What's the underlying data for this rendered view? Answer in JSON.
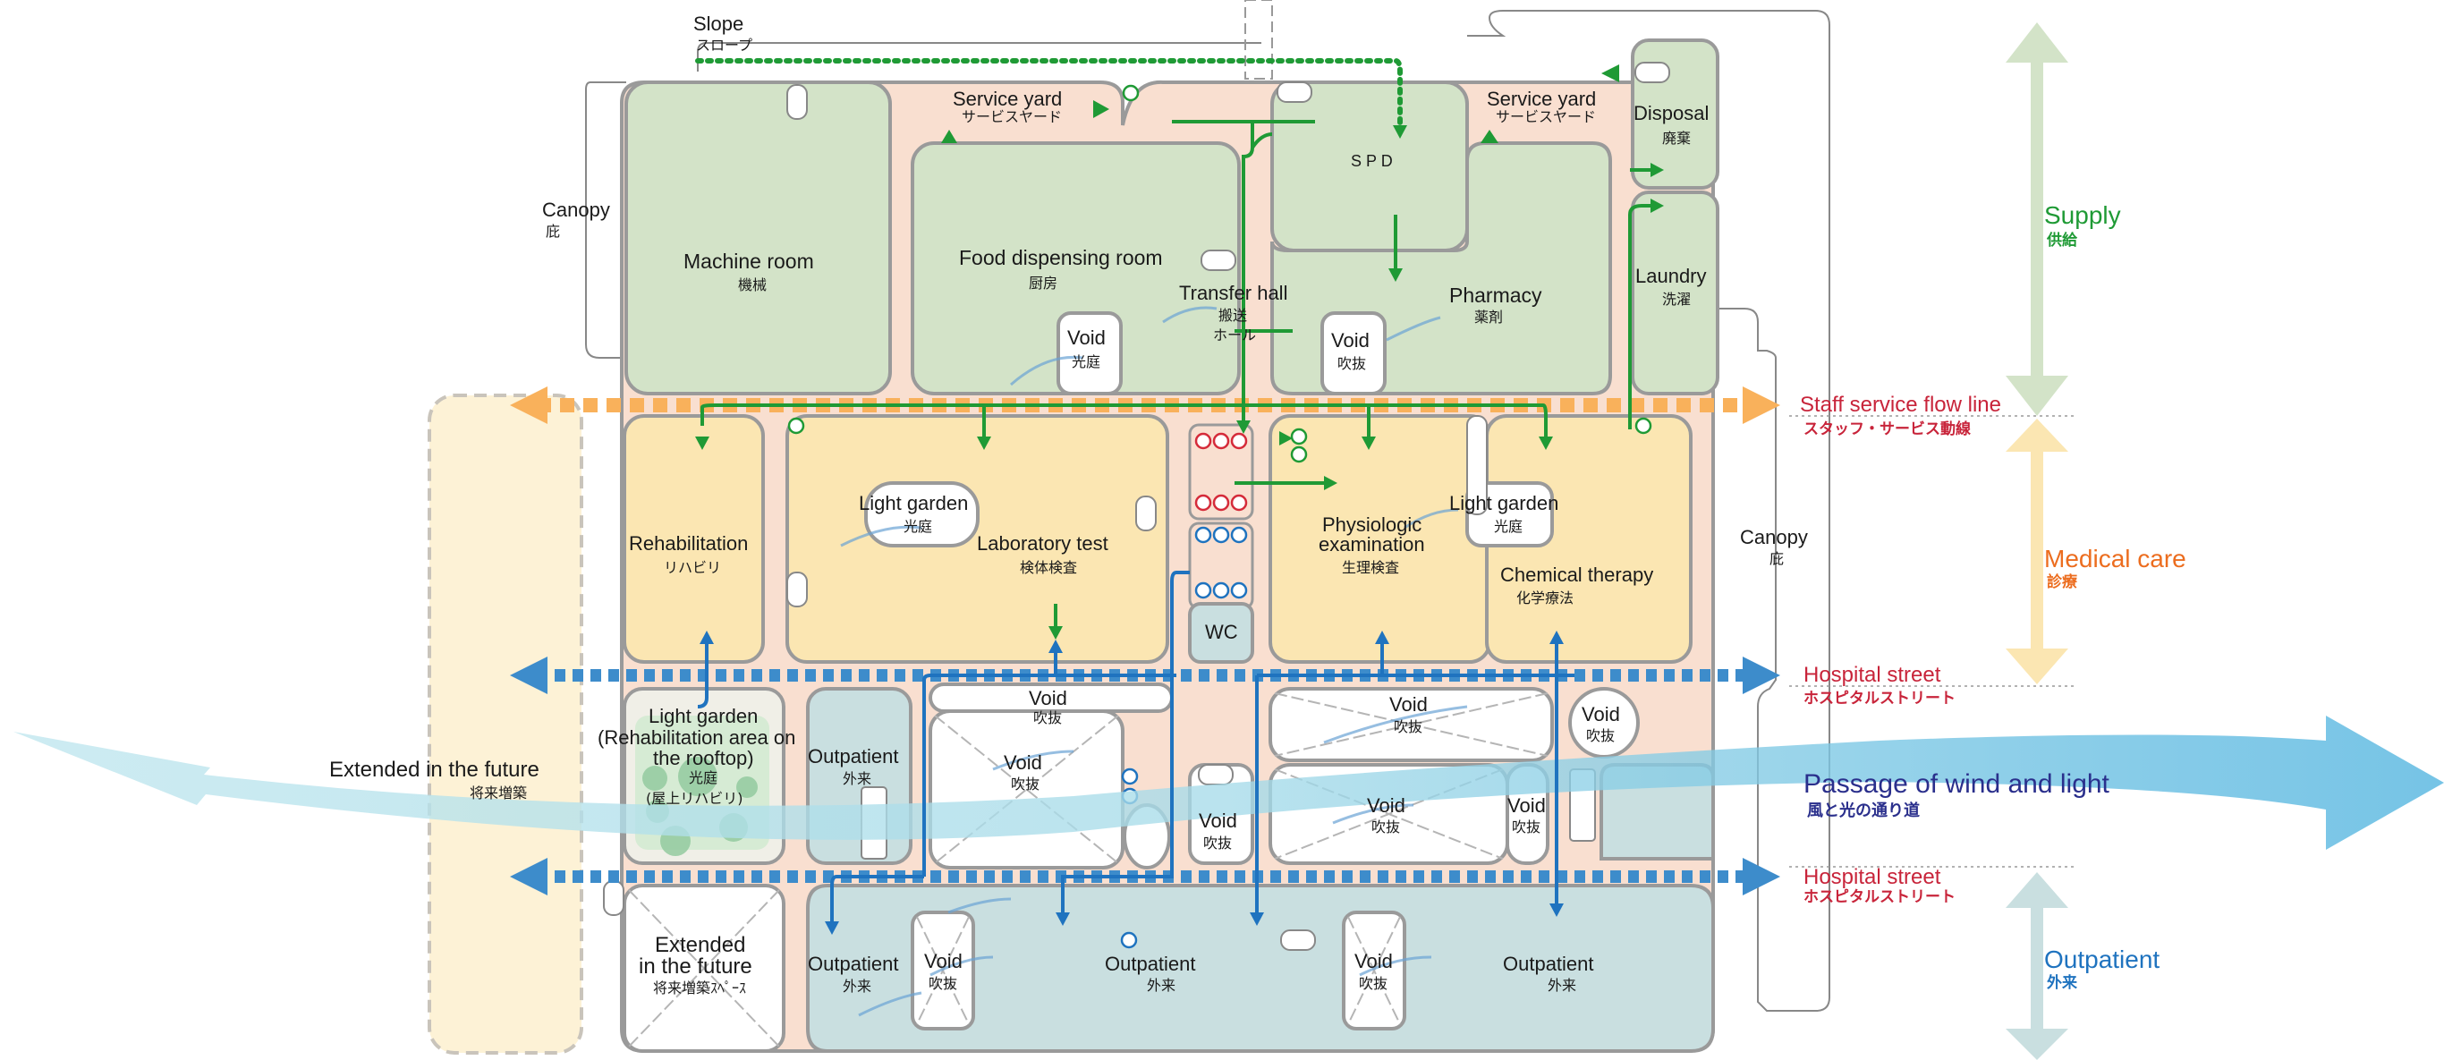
{
  "labels": {
    "slope": "Slope",
    "slope_jp": "スロープ",
    "canopy_left": "Canopy",
    "canopy_left_jp": "庇",
    "canopy_right": "Canopy",
    "canopy_right_jp": "庇",
    "service_yard_1": "Service yard",
    "service_yard_1_jp": "サービスヤード",
    "service_yard_2": "Service yard",
    "service_yard_2_jp": "サービスヤード",
    "spd": "S P D",
    "disposal": "Disposal",
    "disposal_jp": "廃棄",
    "laundry": "Laundry",
    "laundry_jp": "洗濯",
    "machine_room": "Machine room",
    "machine_room_jp": "機械",
    "food_dispensing": "Food dispensing room",
    "food_dispensing_jp": "厨房",
    "transfer_hall": "Transfer hall",
    "transfer_hall_jp1": "搬送",
    "transfer_hall_jp2": "ホール",
    "pharmacy": "Pharmacy",
    "pharmacy_jp": "薬剤",
    "void": "Void",
    "void_lightwell_jp": "光庭",
    "void_jp": "吹抜",
    "rehab": "Rehabilitation",
    "rehab_jp": "リハビリ",
    "light_garden": "Light garden",
    "light_garden_jp": "光庭",
    "lab_test": "Laboratory test",
    "lab_test_jp": "検体検査",
    "wc": "WC",
    "physio_1": "Physiologic",
    "physio_2": "examination",
    "physio_jp": "生理検査",
    "chem": "Chemical therapy",
    "chem_jp": "化学療法",
    "lg_roof_1": "Light garden",
    "lg_roof_2": "(Rehabilitation area on",
    "lg_roof_3": "the rooftop)",
    "lg_roof_jp1": "光庭",
    "lg_roof_jp2": "(屋上リハビリ)",
    "outpatient": "Outpatient",
    "outpatient_jp": "外来",
    "ext_future": "Extended in the future",
    "ext_future_jp": "将来増築",
    "ext_future_box_1": "Extended",
    "ext_future_box_2": "in the future",
    "ext_future_box_jp": "将来増築ｽﾍﾟｰｽ"
  },
  "flows": {
    "staff": "Staff service flow line",
    "staff_jp": "スタッフ・サービス動線",
    "street1": "Hospital street",
    "street1_jp": "ホスピタルストリート",
    "street2": "Hospital street",
    "street2_jp": "ホスピタルストリート",
    "wind": "Passage of wind and light",
    "wind_jp": "風と光の通り道"
  },
  "zones": {
    "supply": "Supply",
    "supply_jp": "供給",
    "medical": "Medical care",
    "medical_jp": "診療",
    "outpatient": "Outpatient",
    "outpatient_jp": "外来"
  },
  "colors": {
    "supply": "#1f9a35",
    "medical": "#ec6d1f",
    "outpatient": "#1f73bf",
    "street": "#c8243a",
    "wind": "#2a2f8c",
    "green_room": "#d3e3c8",
    "yellow_room": "#fbe6b2",
    "blue_room": "#c9dfe0",
    "corridor": "#f9dfd0"
  }
}
